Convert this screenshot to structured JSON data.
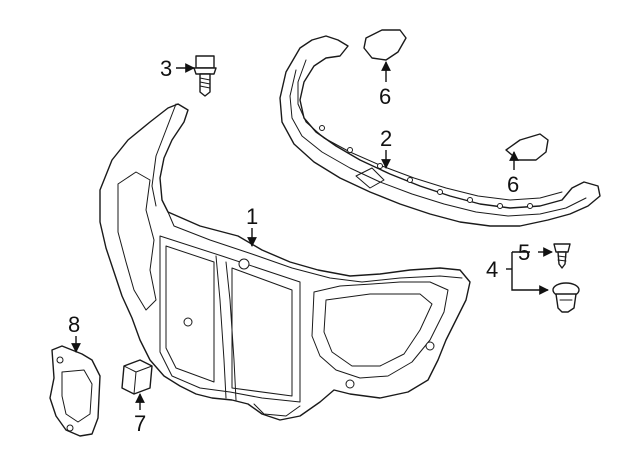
{
  "diagram": {
    "callouts": [
      {
        "id": "c1",
        "label": "1"
      },
      {
        "id": "c2",
        "label": "2"
      },
      {
        "id": "c3",
        "label": "3"
      },
      {
        "id": "c4",
        "label": "4"
      },
      {
        "id": "c5",
        "label": "5"
      },
      {
        "id": "c6a",
        "label": "6"
      },
      {
        "id": "c6b",
        "label": "6"
      },
      {
        "id": "c7",
        "label": "7"
      },
      {
        "id": "c8",
        "label": "8"
      }
    ],
    "parts": [
      {
        "id": "radiator-support",
        "callout": "1"
      },
      {
        "id": "upper-tie-bar-cover",
        "callout": "2"
      },
      {
        "id": "bolt",
        "callout": "3"
      },
      {
        "id": "screw",
        "callout": "5"
      },
      {
        "id": "push-retainer",
        "callout": "4"
      },
      {
        "id": "seal-pad",
        "callout": "6"
      },
      {
        "id": "clip",
        "callout": "7"
      },
      {
        "id": "bracket",
        "callout": "8"
      }
    ]
  }
}
